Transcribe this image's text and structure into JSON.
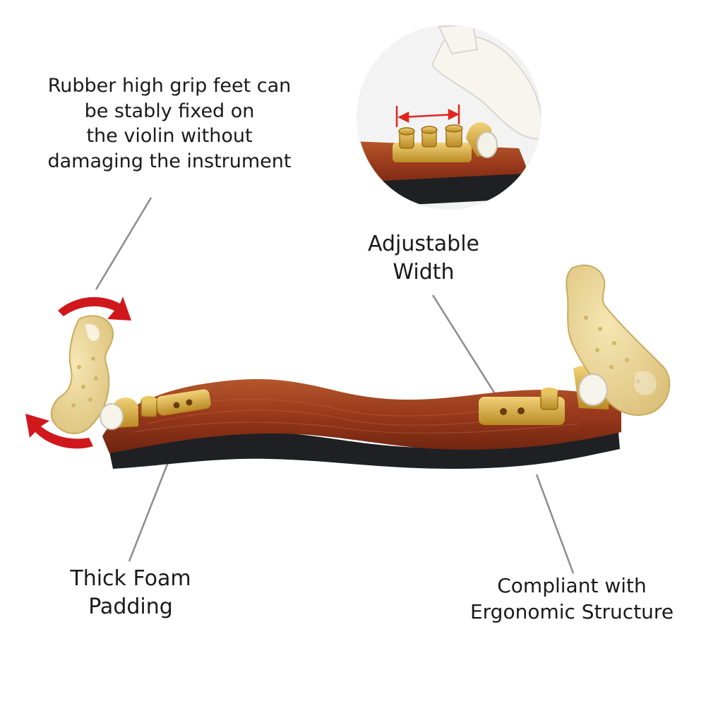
{
  "callouts": {
    "grip_feet": {
      "lines": [
        "Rubber high grip feet can",
        "be stably fixed on",
        "the violin without",
        "damaging the instrument"
      ]
    },
    "adjustable_width": {
      "lines": [
        "Adjustable",
        "Width"
      ]
    },
    "foam_padding": {
      "lines": [
        "Thick Foam",
        "Padding"
      ]
    },
    "ergonomic": {
      "lines": [
        "Compliant with",
        "Ergonomic Structure"
      ]
    }
  },
  "colors": {
    "background": "#ffffff",
    "wood": "#9a3a1c",
    "foam": "#1e2024",
    "brass": "#d7a83a",
    "rubber_feet": "#ecd79a",
    "rotation_arrow": "#d0181c",
    "width_arrow": "#e0251f",
    "leader_line": "#8c8c8c"
  }
}
